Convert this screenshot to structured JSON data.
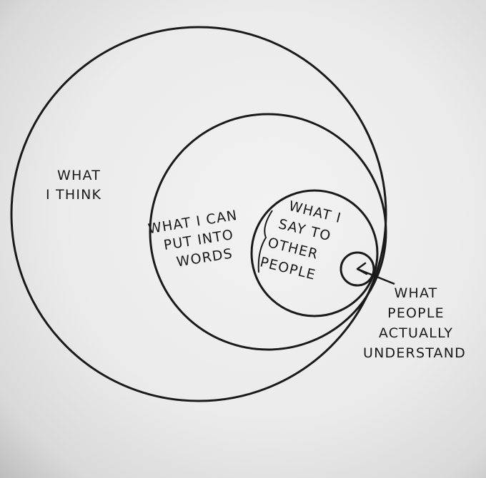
{
  "diagram": {
    "ink_color": "#1a1a1a",
    "circles": [
      {
        "id": "think",
        "lines": [
          "WHAT",
          "I THINK"
        ]
      },
      {
        "id": "words",
        "lines": [
          "WHAT I CAN",
          "PUT INTO",
          "WORDS"
        ]
      },
      {
        "id": "say",
        "lines": [
          "WHAT I",
          "SAY TO",
          "OTHER",
          "PEOPLE"
        ]
      },
      {
        "id": "understand",
        "lines": [
          "WHAT",
          "PEOPLE",
          "ACTUALLY",
          "UNDERSTAND"
        ]
      }
    ]
  }
}
